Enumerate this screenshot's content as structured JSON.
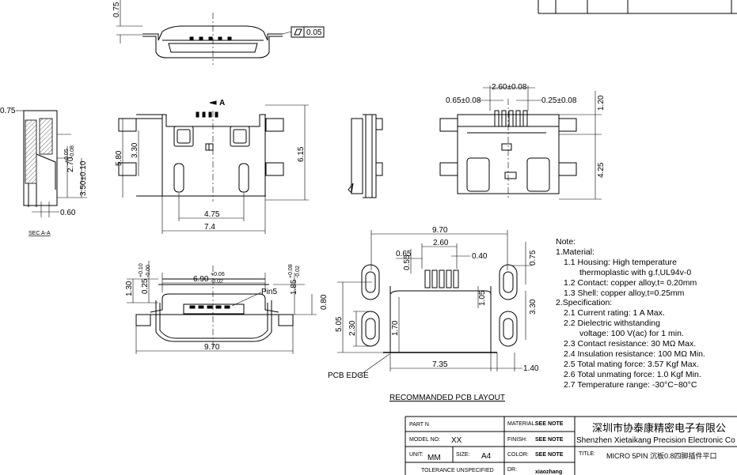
{
  "drawing_title": "RECOMMANDED  PCB LAYOUT",
  "section_label": "SEC A-A",
  "dimensions": {
    "top_view": {
      "t075": "0.75",
      "flatness": "0.05"
    },
    "section": {
      "d075": "0.75",
      "d270": "2.70",
      "d270_tol": "+0.05\n-0.08",
      "d350": "3.50±0.10",
      "d060": "0.60"
    },
    "bottom_view": {
      "d580": "5.80",
      "d330": "3.30",
      "d615": "6.15",
      "d475": "4.75",
      "d74": "7.4",
      "marker": "A"
    },
    "right_view": {
      "d260": "2.60±0.08",
      "d065": "0.65±0.08",
      "d025": "0.25±0.08",
      "d120": "1.20",
      "d425": "4.25"
    },
    "front_view": {
      "d130": "1.30",
      "d025": "0.25",
      "d025_tol_top": "+0.10",
      "d025_tol_bot": "-0.00",
      "d690": "6.90",
      "d690_tol_top": "+0.06",
      "d690_tol_bot": "-0.02",
      "d185": "1.85",
      "d185_tol_top": "+0.08",
      "d185_tol_bot": "-0.02",
      "d080": "0.80",
      "d970": "9.70",
      "pin5": "Pin5"
    },
    "pcb_layout": {
      "d970": "9.70",
      "d065": "0.65",
      "d260": "2.60",
      "d040": "0.40",
      "d055": "0.55",
      "d075": "0.75",
      "d105": "1.05",
      "d330": "3.30",
      "d505": "5.05",
      "d230": "2.30",
      "d170": "1.70",
      "d735": "7.35",
      "d140": "1.40",
      "pcb_edge": "PCB EDGE"
    }
  },
  "notes": {
    "heading": "Note:",
    "material": "1.Material:",
    "housing1": "1.1 Housing: High temperature",
    "housing2": "thermoplastic with g.f,UL94v-0",
    "contact": "1.2 Contact: copper alloy,t= 0.20mm",
    "shell": "1.3 Shell: copper alloy,t=0.25mm",
    "spec": "2.Specification:",
    "current": "2.1 Current rating: 1 A Max.",
    "dielectric1": "2.2 Dielectric withstanding",
    "dielectric2": "voltage: 100 V(ac) for 1 min.",
    "contact_res": "2.3 Contact resistance: 30 MΩ Max.",
    "insulation": "2.4 Insulation resistance: 100 MΩ Min.",
    "mating": "2.5 Total mating force: 3.57 Kgf Max.",
    "unmating": "2.6 Total unmating force: 1.0 Kgf Min.",
    "temperature": "2.7 Temperature range: -30°C~80°C"
  },
  "title_block": {
    "part_n": "PART  N",
    "model_label": "MODEL NO:",
    "model_value": "XX",
    "unit_label": "UNIT:",
    "unit_value": "MM",
    "size_label": "SIZE:",
    "size_value": "A4",
    "tolerance": "TOLERANCE  UNSPECIFIED",
    "material_label": "MATERIAL:",
    "material_value": "SEE NOTE",
    "finish_label": "FINISH:",
    "finish_value": "SEE NOTE",
    "color_label": "COLOR:",
    "color_value": "SEE NOTE",
    "dr_label": "DR:",
    "dr_value": "xiaozhang",
    "company_cn": "深圳市协泰康精密电子有限公",
    "company_en": "Shenzhen Xietaikang Precision Electronic Co",
    "title_label": "TITLE:",
    "title_value": "MICRO 5PIN 沉板0.8四脚插件平口"
  }
}
